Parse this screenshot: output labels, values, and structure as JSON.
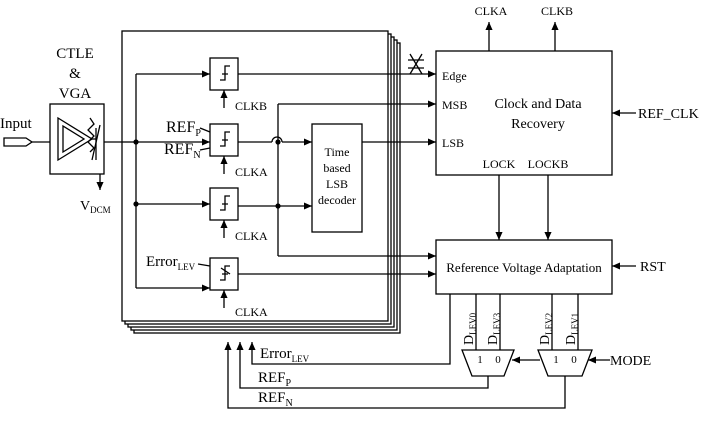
{
  "labels": {
    "input": "Input",
    "ctle_line1": "CTLE",
    "ctle_line2": "&",
    "ctle_line3": "VGA",
    "vdcm_main": "V",
    "vdcm_sub": "DCM",
    "refp_main": "REF",
    "refp_sub": "P",
    "refn_main": "REF",
    "refn_sub": "N",
    "error_main": "Error",
    "error_sub": "LEV",
    "clkb": "CLKB",
    "clka1": "CLKA",
    "clka2": "CLKA",
    "clka3": "CLKA",
    "decoder_line1": "Time",
    "decoder_line2": "based",
    "decoder_line3": "LSB",
    "decoder_line4": "decoder",
    "edge": "Edge",
    "msb": "MSB",
    "lsb": "LSB",
    "cdr_line1": "Clock and Data",
    "cdr_line2": "Recovery",
    "lock": "LOCK",
    "lockb": "LOCKB",
    "ref_clk": "REF_CLK",
    "clka_out": "CLKA",
    "clkb_out": "CLKB",
    "rva": "Reference Voltage Adaptation",
    "rst": "RST",
    "dlev0_main": "D",
    "dlev0_sub": "LEV0",
    "dlev3_main": "D",
    "dlev3_sub": "LEV3",
    "dlev2_main": "D",
    "dlev2_sub": "LEV2",
    "dlev1_main": "D",
    "dlev1_sub": "LEV1",
    "mux_in1": "1",
    "mux_in0": "0",
    "mode": "MODE",
    "fb_error_main": "Error",
    "fb_error_sub": "LEV",
    "fb_refp_main": "REF",
    "fb_refp_sub": "P",
    "fb_refn_main": "REF",
    "fb_refn_sub": "N"
  }
}
